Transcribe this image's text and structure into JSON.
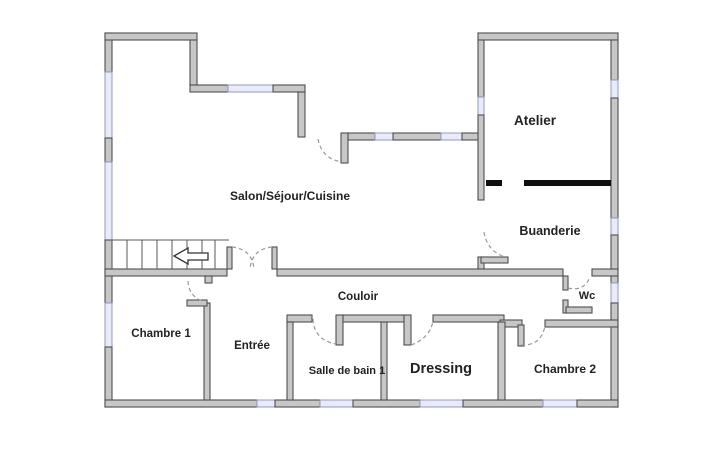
{
  "floorplan": {
    "rooms": {
      "salon": {
        "label": "Salon/Séjour/Cuisine"
      },
      "atelier": {
        "label": "Atelier"
      },
      "buanderie": {
        "label": "Buanderie"
      },
      "couloir": {
        "label": "Couloir"
      },
      "wc": {
        "label": "Wc"
      },
      "chambre1": {
        "label": "Chambre 1"
      },
      "entree": {
        "label": "Entrée"
      },
      "salle_de_bain_1": {
        "label": "Salle de bain 1"
      },
      "dressing": {
        "label": "Dressing"
      },
      "chambre2": {
        "label": "Chambre 2"
      }
    },
    "colors": {
      "wall_fill": "#c7c7c7",
      "wall_stroke": "#4f4f4f",
      "window_fill": "#e9ebf7",
      "window_stroke": "#9098c8",
      "door_arc": "#9a9a9a",
      "partition": "#0f0f0f",
      "label": "#222222",
      "background": "#ffffff"
    }
  }
}
